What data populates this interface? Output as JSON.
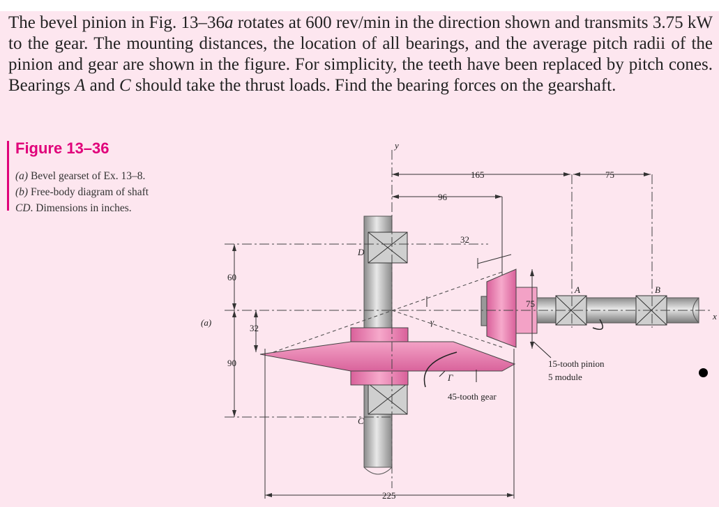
{
  "problem": {
    "p1": "The bevel pinion in Fig. 13–36",
    "p1i": "a",
    "p2": " rotates at 600 rev/min in the direction shown and transmits 3.75 kW to the gear. The mounting distances, the location of all bearings, and the average pitch radii of the pinion and gear are shown in the figure. For simplicity, the teeth have been replaced by pitch cones. Bearings ",
    "bA": "A",
    "p3": " and ",
    "bC": "C",
    "p4": " should take the thrust loads. Find the bearing forces on the gearshaft."
  },
  "figure": {
    "title": "Figure 13–36",
    "cap_a_label": "(a)",
    "cap_a_text": " Bevel gearset of Ex. 13–8.",
    "cap_b_label": "(b)",
    "cap_b_text": " Free-body diagram of shaft",
    "cap_b2_label": "CD",
    "cap_b2_text": ". Dimensions in inches."
  },
  "diagram": {
    "panel": "(a)",
    "y_axis": "y",
    "x_axis": "x",
    "dim_165": "165",
    "dim_75_top": "75",
    "dim_96": "96",
    "dim_32_top": "32",
    "dim_60": "60",
    "dim_32_left": "32",
    "dim_90": "90",
    "dim_225": "225",
    "dim_75_pinion": "75",
    "label_D": "D",
    "label_C": "C",
    "label_A": "A",
    "label_B": "B",
    "gamma": "γ",
    "Gamma": "Γ",
    "gear_label": "45-tooth gear",
    "pinion_label_1": "15-tooth pinion",
    "pinion_label_2": "5 module"
  },
  "colors": {
    "background": "#fde6ef",
    "accent": "#e0007a",
    "gear_pink": "#ee86b5",
    "shaft_gray": "#a9a9a9"
  }
}
